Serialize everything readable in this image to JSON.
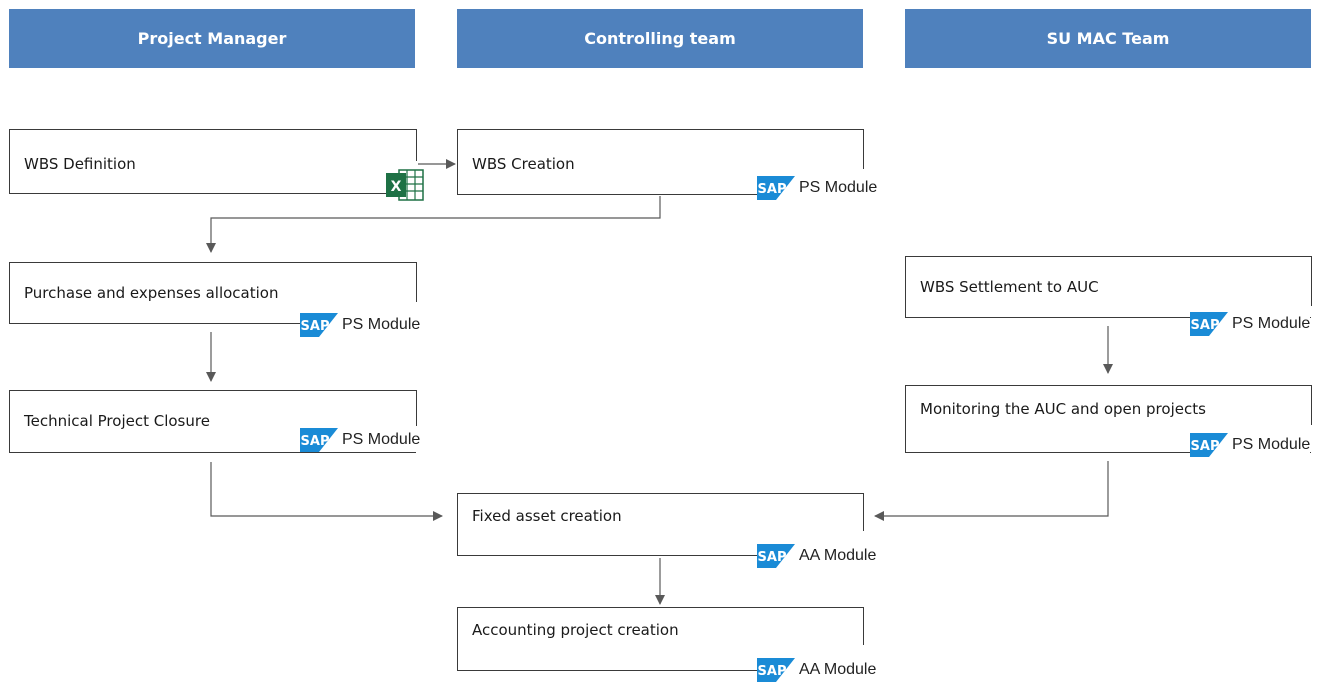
{
  "lanes": {
    "project_manager": "Project Manager",
    "controlling_team": "Controlling team",
    "su_mac_team": "SU MAC Team"
  },
  "boxes": {
    "wbs_definition": "WBS Definition",
    "wbs_creation": "WBS Creation",
    "purchase_allocation": "Purchase and expenses allocation",
    "technical_closure": "Technical Project Closure",
    "wbs_settlement": "WBS Settlement to AUC",
    "monitoring_auc": "Monitoring the AUC and open projects",
    "fixed_asset_creation": "Fixed asset creation",
    "accounting_project_creation": "Accounting project creation"
  },
  "tags": {
    "sap_text": "SAP",
    "ps_module": "PS Module",
    "aa_module": "AA Module",
    "excel_letter": "X"
  },
  "colors": {
    "lane_header": "#4f81bd",
    "sap_blue": "#1a8bd6",
    "excel_green": "#1e7145",
    "connector": "#595959"
  },
  "icons": [
    "excel-icon",
    "sap-logo-icon"
  ]
}
